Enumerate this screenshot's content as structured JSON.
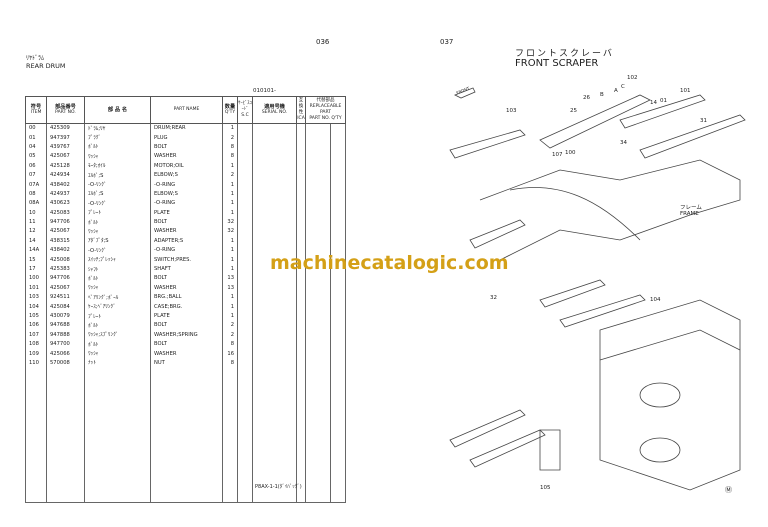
{
  "left_page": {
    "page_no": "036",
    "title_jp": "ﾘﾔﾄﾞﾗﾑ",
    "title_en": "REAR DRUM",
    "serial_range": "010101-",
    "headers": {
      "item_jp": "符号",
      "item_en": "ITEM",
      "partno_jp": "部品番号",
      "partno_en": "PART NO.",
      "name_jp": "部 品 名",
      "name_en": "PART NAME",
      "qty_jp": "数量",
      "qty_en": "Q'TY",
      "sc_jp": "ｻｰﾋﾞｽｺｰﾄﾞ",
      "sc_en": "S.C",
      "serial_jp": "適用号機",
      "serial_en": "SERIAL NO.",
      "ic_jp": "互換性",
      "ic_en": "ICA",
      "repl_jp": "代替部品",
      "repl_en": "REPLACEABLE PART",
      "repl_partno": "PART NO.",
      "repl_qty": "Q'TY"
    },
    "rows": [
      [
        "00",
        "425309",
        "ﾄﾞﾗﾑ;ﾘﾔ",
        "DRUM;REAR",
        "1"
      ],
      [
        "01",
        "947397",
        "ﾌﾟﾗｸﾞ",
        "PLUG",
        "2"
      ],
      [
        "04",
        "439767",
        "ﾎﾞﾙﾄ",
        "BOLT",
        "8"
      ],
      [
        "05",
        "425067",
        "ﾜｯｼｬ",
        "WASHER",
        "8"
      ],
      [
        "06",
        "425128",
        "ﾓｰﾀ;ｵｲﾙ",
        "MOTOR;OIL",
        "1"
      ],
      [
        "07",
        "424934",
        "ｴﾙﾎﾞ;S",
        "ELBOW;S",
        "2"
      ],
      [
        "07A",
        "438402",
        "-O-ﾘﾝｸﾞ",
        "-O-RING",
        "1"
      ],
      [
        "08",
        "424937",
        "ｴﾙﾎﾞ;S",
        "ELBOW;S",
        "1"
      ],
      [
        "08A",
        "430623",
        "-O-ﾘﾝｸﾞ",
        "-O-RING",
        "1"
      ],
      [
        "10",
        "425083",
        "ﾌﾟﾚｰﾄ",
        "PLATE",
        "1"
      ],
      [
        "11",
        "947706",
        "ﾎﾞﾙﾄ",
        "BOLT",
        "32"
      ],
      [
        "12",
        "425067",
        "ﾜｯｼｬ",
        "WASHER",
        "32"
      ],
      [
        "14",
        "438315",
        "ｱﾀﾞﾌﾟﾀ;S",
        "ADAPTER;S",
        "1"
      ],
      [
        "14A",
        "438402",
        "-O-ﾘﾝｸﾞ",
        "-O-RING",
        "1"
      ],
      [
        "15",
        "425008",
        "ｽｲｯﾁ;ﾌﾟﾚｯｼｬ",
        "SWITCH;PRES.",
        "1"
      ],
      [
        "17",
        "425383",
        "ｼｬﾌﾄ",
        "SHAFT",
        "1"
      ],
      [
        "100",
        "947706",
        "ﾎﾞﾙﾄ",
        "BOLT",
        "13"
      ],
      [
        "101",
        "425067",
        "ﾜｯｼｬ",
        "WASHER",
        "13"
      ],
      [
        "103",
        "924511",
        "ﾍﾞｱﾘﾝｸﾞ;ﾎﾞｰﾙ",
        "BRG.;BALL",
        "1"
      ],
      [
        "104",
        "425084",
        "ｹｰｽ;ﾍﾞｱﾘﾝｸﾞ",
        "CASE;BRG.",
        "1"
      ],
      [
        "105",
        "430079",
        "ﾌﾟﾚｰﾄ",
        "PLATE",
        "1"
      ],
      [
        "106",
        "947688",
        "ﾎﾞﾙﾄ",
        "BOLT",
        "2"
      ],
      [
        "107",
        "947888",
        "ﾜｯｼｬ;ｽﾌﾟﾘﾝｸﾞ",
        "WASHER;SPRING",
        "2"
      ],
      [
        "108",
        "947700",
        "ﾎﾞﾙﾄ",
        "BOLT",
        "8"
      ],
      [
        "109",
        "425066",
        "ﾜｯｼｬ",
        "WASHER",
        "16"
      ],
      [
        "110",
        "570008",
        "ﾅｯﾄ",
        "NUT",
        "8"
      ]
    ],
    "footer": "P8AX-1-1(ﾀﾞｲﾊﾞｯｸﾞ)"
  },
  "right_page": {
    "page_no": "037",
    "title_jp": "フロントスクレーバ",
    "title_en": "FRONT SCRAPER",
    "front_tag": "FRONT",
    "frame_jp": "フレーム",
    "frame_en": "FRAME",
    "mark": "Ⓜ",
    "callouts": [
      "102",
      "26",
      "A",
      "B",
      "C",
      "25",
      "101",
      "14",
      "01",
      "31",
      "103",
      "34",
      "100",
      "107",
      "32",
      "104",
      "105"
    ]
  },
  "watermark": "machinecatalogic.com",
  "colors": {
    "watermark": "#d4a017"
  }
}
